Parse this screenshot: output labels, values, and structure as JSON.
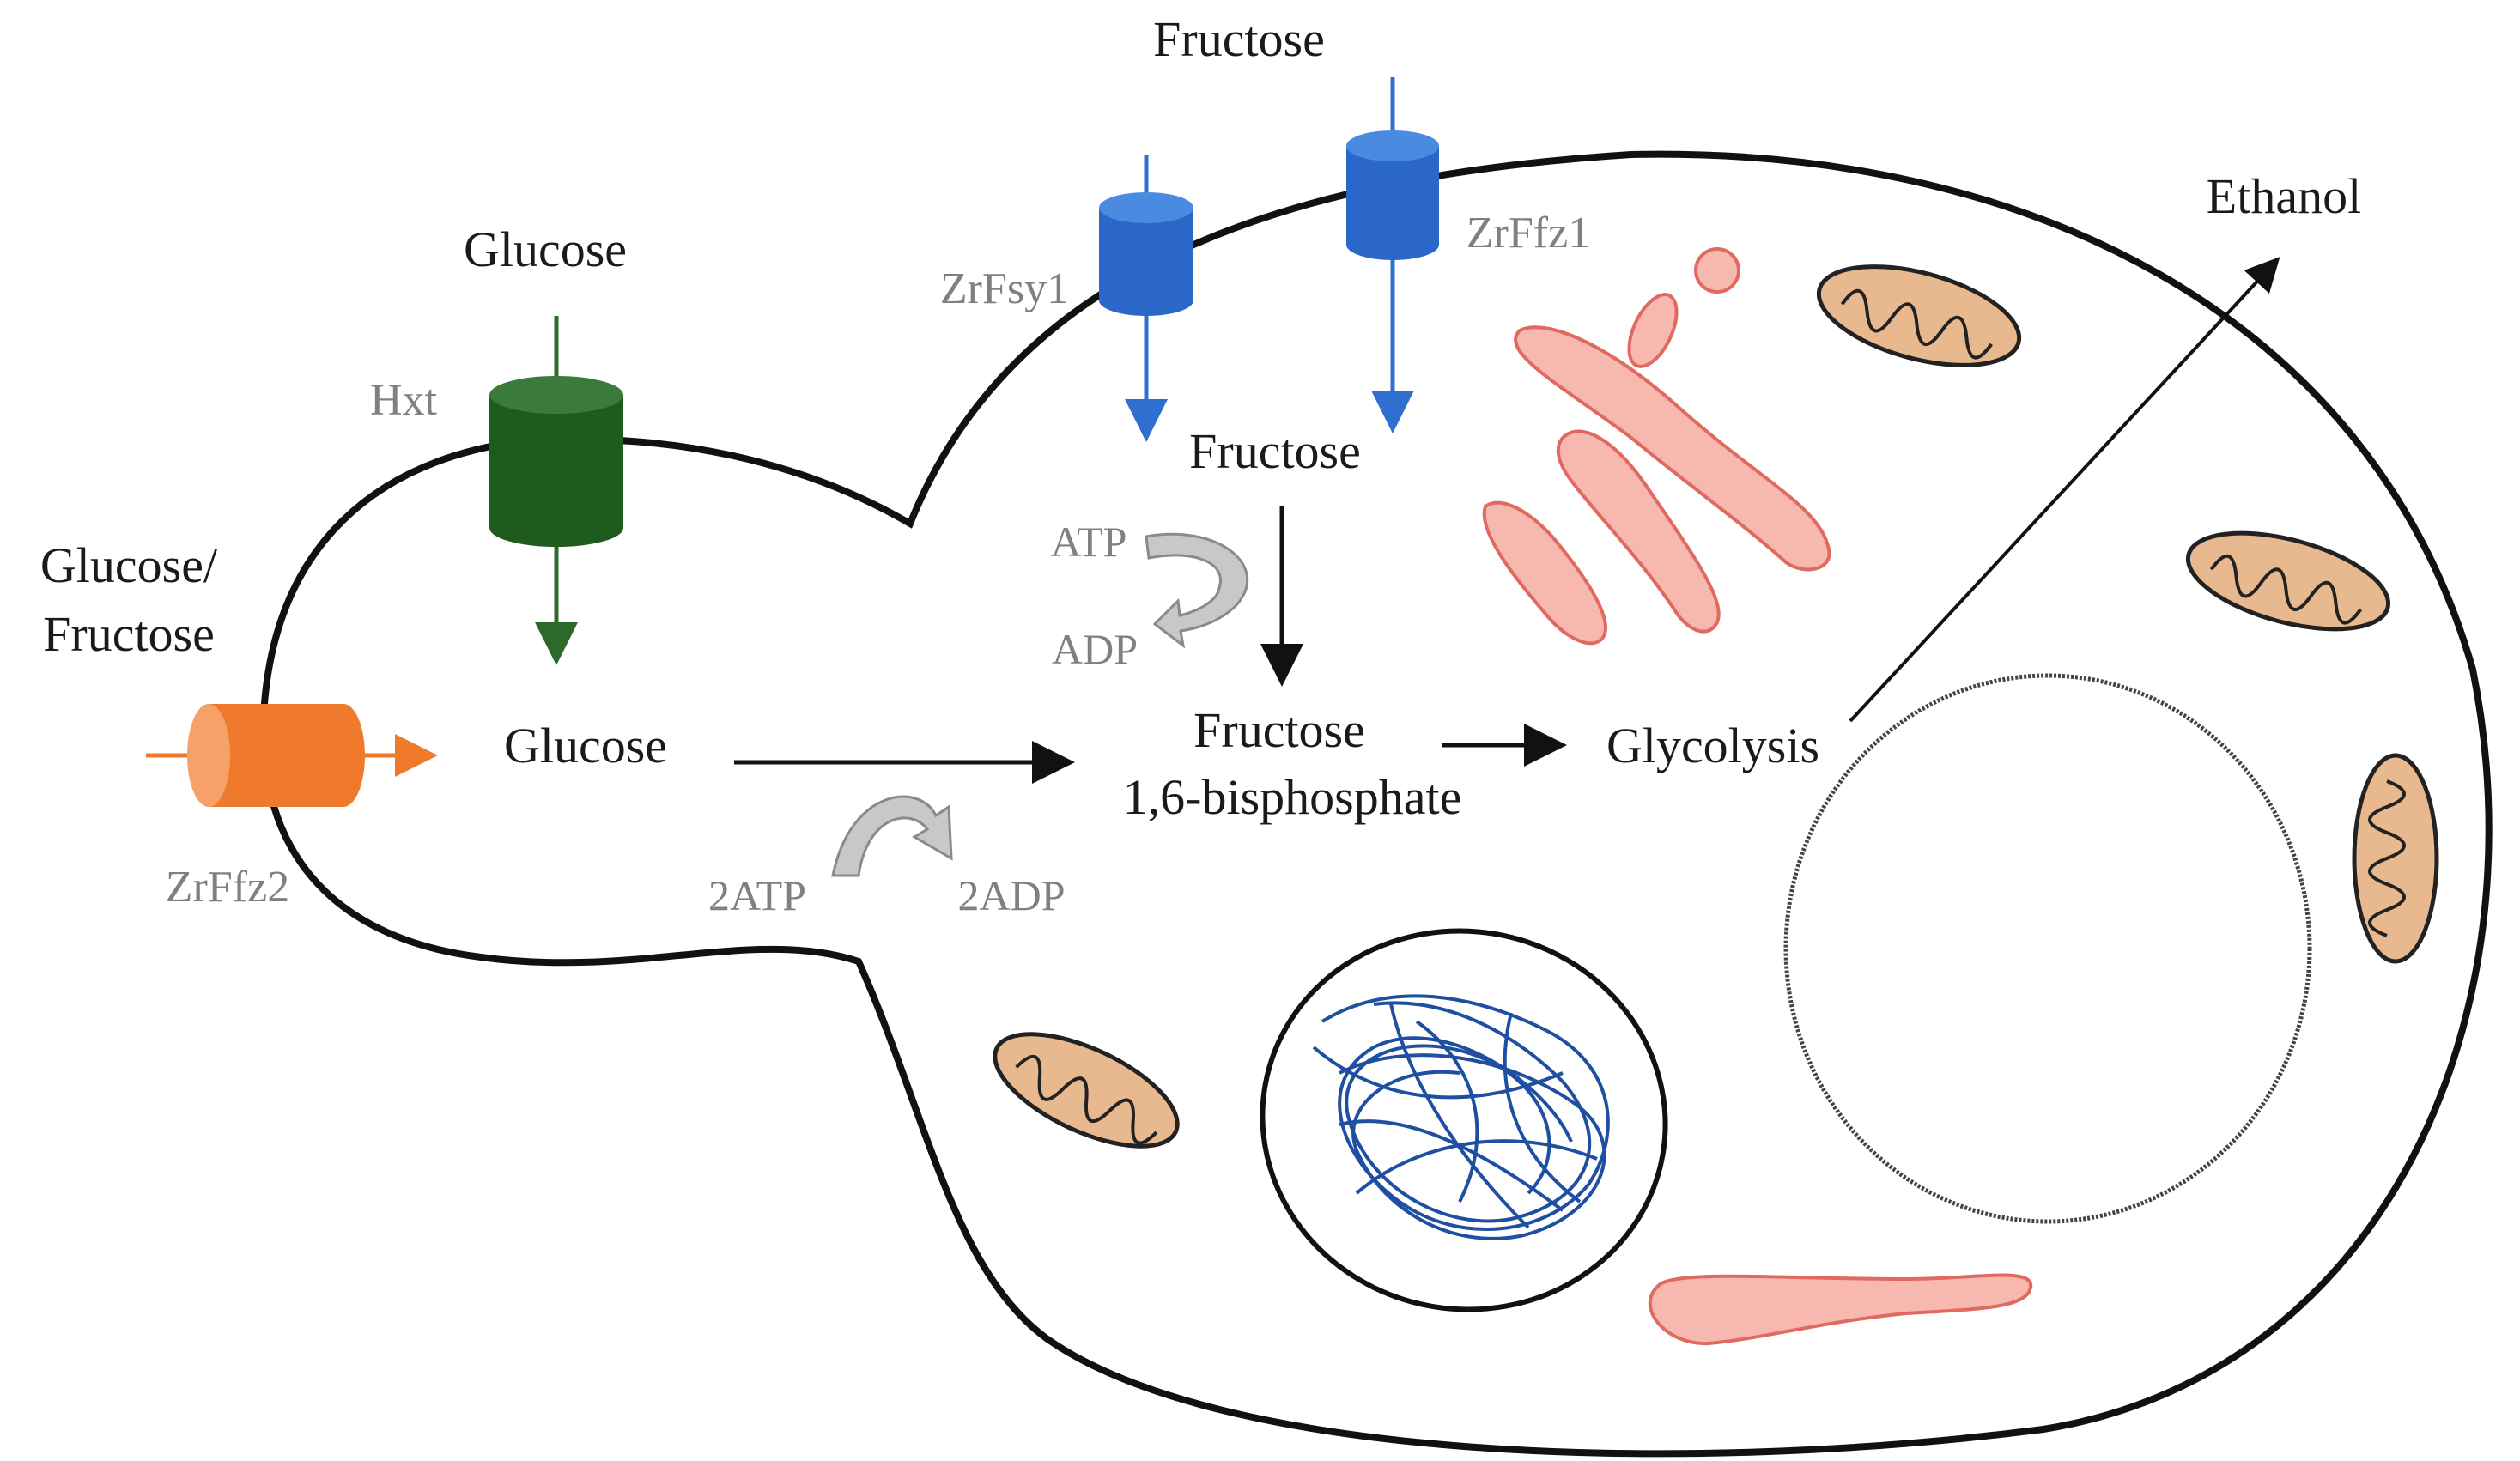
{
  "labels": {
    "fructose_top": "Fructose",
    "ethanol": "Ethanol",
    "glucose_top": "Glucose",
    "hxt": "Hxt",
    "zrfsy1": "ZrFsy1",
    "zrffz1": "ZrFfz1",
    "fructose_inside": "Fructose",
    "glucose_fructose_line1": "Glucose/",
    "glucose_fructose_line2": "Fructose",
    "glucose_inside": "Glucose",
    "atp": "ATP",
    "adp": "ADP",
    "fbp_line1": "Fructose",
    "fbp_line2": "1,6-bisphosphate",
    "glycolysis": "Glycolysis",
    "zrffz2": "ZrFfz2",
    "two_atp": "2ATP",
    "two_adp": "2ADP"
  },
  "colors": {
    "hxt_transporter": "#1f5a1f",
    "zrfsy1_transporter": "#2f6fd0",
    "zrffz1_transporter": "#2f6fd0",
    "zrffz2_transporter": "#f07a2c",
    "er": "#f7b8b0",
    "mitochondria": "#e8b98f",
    "dna": "#1f4fa0",
    "energy_arrow": "#b5b5b5"
  }
}
